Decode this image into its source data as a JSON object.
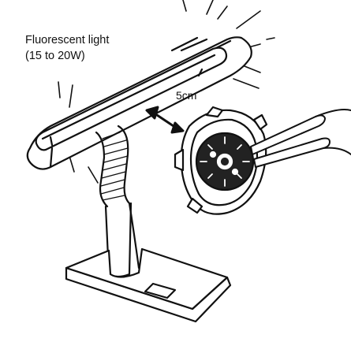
{
  "labels": {
    "light": "Fluorescent light",
    "wattage": "(15 to 20W)",
    "distance": "5cm"
  }
}
